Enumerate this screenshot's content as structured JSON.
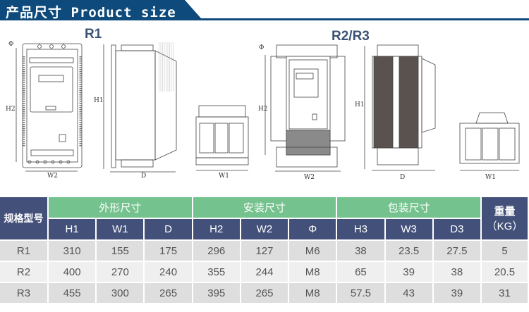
{
  "header": {
    "title": "产品尺寸 Product size"
  },
  "drawings": {
    "r1_label": "R1",
    "r23_label": "R2/R3",
    "dims": {
      "phi": "Φ",
      "h2": "H2",
      "h1": "H1",
      "w2": "W2",
      "d": "D",
      "w1": "W1"
    }
  },
  "table": {
    "model_header": "规格型号",
    "groups": [
      "外形尺寸",
      "安装尺寸",
      "包装尺寸"
    ],
    "weight_header": "重量",
    "weight_unit": "（KG）",
    "columns": [
      "H1",
      "W1",
      "D",
      "H2",
      "W2",
      "Φ",
      "H3",
      "W3",
      "D3"
    ],
    "rows": [
      [
        "R1",
        "310",
        "155",
        "175",
        "296",
        "127",
        "M6",
        "38",
        "23.5",
        "27.5",
        "5"
      ],
      [
        "R2",
        "400",
        "270",
        "240",
        "355",
        "244",
        "M8",
        "65",
        "39",
        "38",
        "20.5"
      ],
      [
        "R3",
        "455",
        "300",
        "265",
        "395",
        "265",
        "M8",
        "57.5",
        "43",
        "39",
        "31"
      ]
    ]
  },
  "colors": {
    "header_bg": "#0e4a7b",
    "navy": "#43507a",
    "green": "#74c28d",
    "row_dark": "#dedede",
    "row_light": "#efefef"
  }
}
